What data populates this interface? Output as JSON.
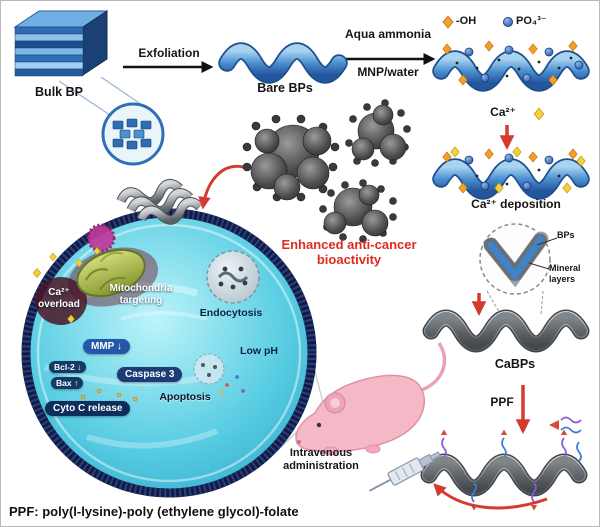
{
  "legend": {
    "oh": "-OH",
    "po4": "PO₄³⁻"
  },
  "synthesis": {
    "bulk_bp": "Bulk BP",
    "exfoliation": "Exfoliation",
    "bare_bps": "Bare BPs",
    "aqua_ammonia": "Aqua ammonia",
    "mnp_water": "MNP/water",
    "ca_ion": "Ca²⁺",
    "ca_deposition": "Ca²⁺ deposition",
    "inset_bps": "BPs",
    "inset_mineral": "Mineral layers",
    "cabps": "CaBPs",
    "ppf": "PPF"
  },
  "bioactivity": {
    "enhanced": "Enhanced anti-cancer bioactivity"
  },
  "cell": {
    "ca_overload": "Ca²⁺ overload",
    "mito_targeting": "Mitochondria targeting",
    "endocytosis": "Endocytosis",
    "low_ph": "Low pH",
    "mmp": "MMP ↓",
    "bcl2": "Bcl-2 ↓",
    "bax": "Bax ↑",
    "caspase3": "Caspase 3",
    "apoptosis": "Apoptosis",
    "cytoc": "Cyto C release"
  },
  "mouse": {
    "iv": "Intravenous administration"
  },
  "footer": "PPF: poly(l-lysine)-poly (ethylene glycol)-folate",
  "colors": {
    "accent_red": "#d63a2e",
    "sheet_blue": "#3f83c9",
    "oh_orange": "#f59f2a",
    "po4_blue": "#2f5fae",
    "ca_yellow": "#f2d23c"
  }
}
